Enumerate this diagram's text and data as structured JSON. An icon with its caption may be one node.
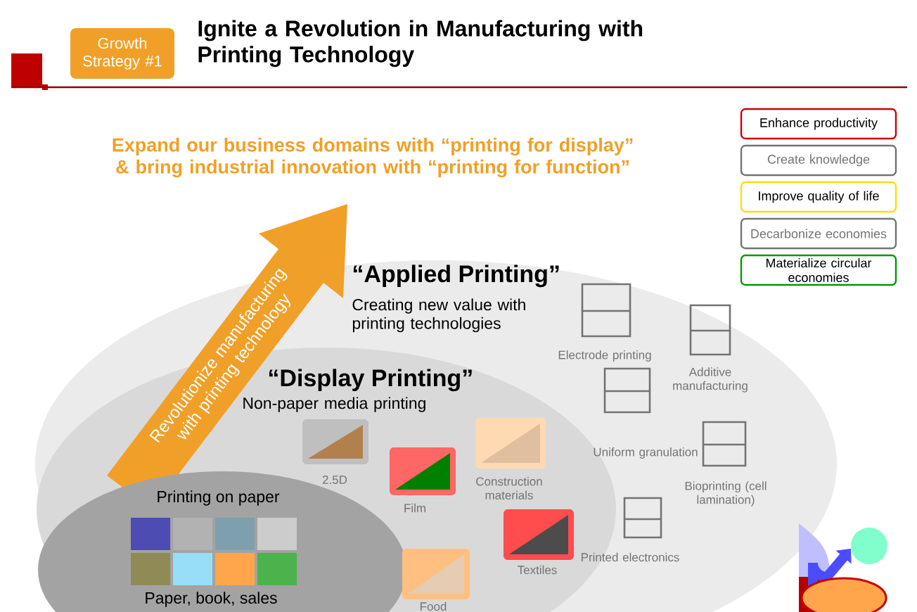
{
  "diagram": {
    "title": "Ignite a Revolution in Manufacturing with Printing Technology",
    "nodes": [
      {
        "text": [
          "Growth Strategy #1"
        ]
      },
      {
        "text": [
          "“Applied Printing”",
          "Creating new value with printing technologies"
        ]
      },
      {
        "text": [
          "“Display Printing”",
          "Non-paper media printing"
        ],
        "in": 1
      },
      {
        "text": [
          "Printing on paper",
          "Paper, book, sales"
        ],
        "in": 2
      },
      {
        "text": [
          "2.5D"
        ],
        "in": 2
      },
      {
        "text": [
          "Film"
        ],
        "in": 2
      },
      {
        "text": [
          "Construction materials"
        ],
        "in": 2
      },
      {
        "text": [
          "Food"
        ],
        "in": 2
      },
      {
        "text": [
          "Textiles"
        ],
        "in": 2
      },
      {
        "text": [
          "Electrode printing"
        ],
        "in": 1
      },
      {
        "text": [
          "Additive manufacturing"
        ],
        "in": 1
      },
      {
        "text": [
          "Uniform granulation"
        ],
        "in": 1
      },
      {
        "text": [
          "Bioprinting (cell lamination)"
        ],
        "in": 1
      },
      {
        "text": [
          "Printed electronics"
        ],
        "in": 1
      },
      {
        "text": [
          "Enhance productivity"
        ]
      },
      {
        "text": [
          "Create knowledge"
        ]
      },
      {
        "text": [
          "Improve quality of life"
        ]
      },
      {
        "text": [
          "Decarbonize economies"
        ]
      },
      {
        "text": [
          "Materialize circular economies"
        ]
      }
    ],
    "labels": [
      "Expand our business domains with “printing for display” & bring industrial innovation with “printing for function”",
      "Revolutionize manufacturing with printing technology"
    ]
  }
}
